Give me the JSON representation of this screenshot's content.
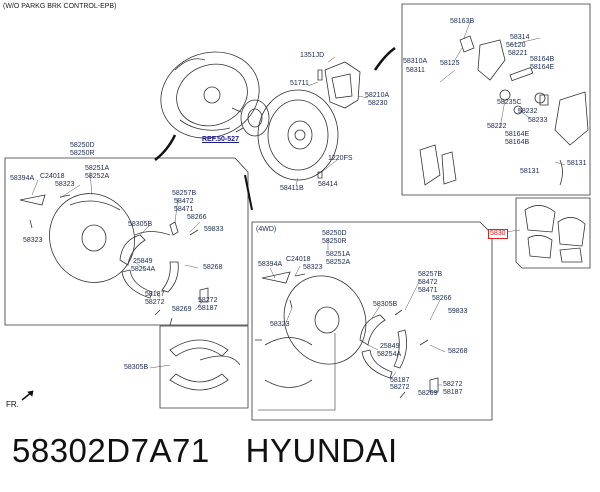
{
  "header": "(W/O PARKG BRK CONTROL-EPB)",
  "boxes": {
    "fourwd": "(4WD)"
  },
  "ref_label": "REF.50-527",
  "highlight_label": "5830",
  "fr_label": "FR.",
  "caption": {
    "part_number": "58302D7A71",
    "brand": "HYUNDAI"
  },
  "labels": {
    "l1351jd": "1351JD",
    "l51711": "51711",
    "l58210a": "58210A",
    "l58230": "58230",
    "l58411b": "58411B",
    "l1220fs": "1220FS",
    "l58414": "58414",
    "l58163b": "58163B",
    "l58310a": "58310A",
    "l58311": "58311",
    "l58125": "58125",
    "l58314": "58314",
    "l56120": "56120",
    "l58221": "58221",
    "l58164b": "58164B",
    "l58164e": "58164E",
    "l58235c": "58235C",
    "l58232": "58232",
    "l58222": "58222",
    "l58233": "58233",
    "l58164e2": "58164E",
    "l58164b2": "58164B",
    "l58131": "58131",
    "l58131b": "58131",
    "a58250d": "58250D",
    "a58250r": "58250R",
    "a58394a": "58394A",
    "ac24018": "C24018",
    "a58323": "58323",
    "a58251a": "58251A",
    "a58252a": "58252A",
    "a58257b": "58257B",
    "a58472": "58472",
    "a58471": "58471",
    "a58266": "58266",
    "a58323b": "58323",
    "a58305b": "58305B",
    "a59833": "59833",
    "a25849": "25849",
    "a58254a": "58254A",
    "a58268": "58268",
    "a58187": "58187",
    "a58272": "58272",
    "a58269": "58269",
    "a58272b": "58272",
    "a58187b": "58187",
    "a58305b2": "58305B",
    "b58250d": "58250D",
    "b58250r": "58250R",
    "b58394a": "58394A",
    "bc24018": "C24018",
    "b58323": "58323",
    "b58251a": "58251A",
    "b58252a": "58252A",
    "b58257b": "58257B",
    "b58472": "58472",
    "b58471": "58471",
    "b58266": "58266",
    "b58305b": "58305B",
    "b59833": "59833",
    "b58323b": "58323",
    "b25849": "25849",
    "b58254a": "58254A",
    "b58268": "58268",
    "b58187": "58187",
    "b58272": "58272",
    "b58269": "58269",
    "b58272b": "58272",
    "b58187b": "58187"
  }
}
